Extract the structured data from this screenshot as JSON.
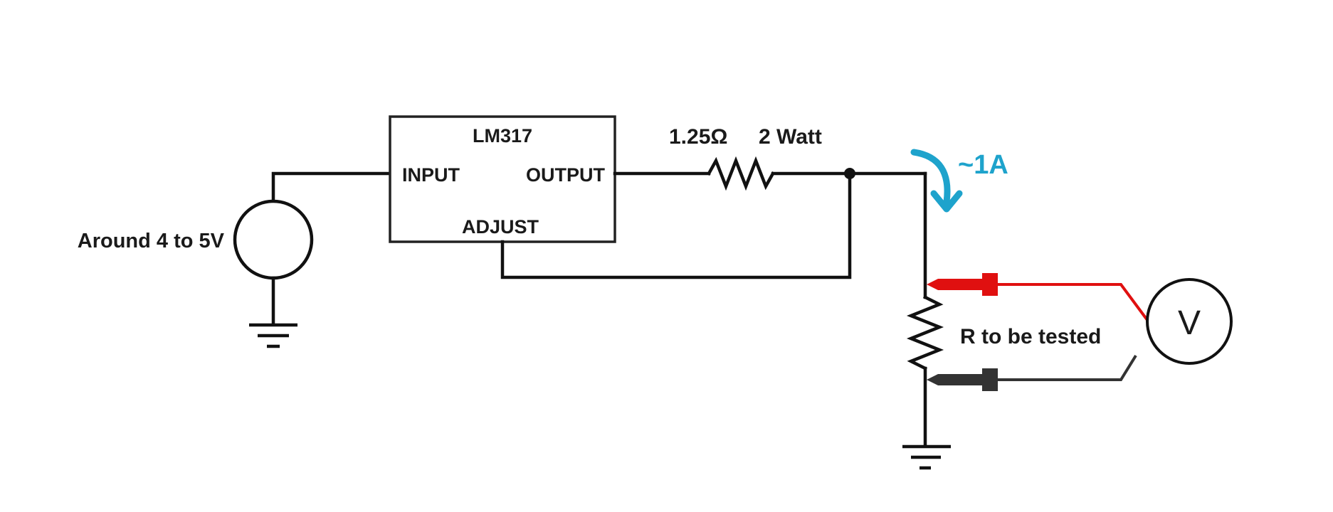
{
  "source": {
    "label": "Around 4 to 5V"
  },
  "regulator": {
    "name": "LM317",
    "input_label": "INPUT",
    "output_label": "OUTPUT",
    "adjust_label": "ADJUST"
  },
  "sense_resistor": {
    "value_label": "1.25Ω",
    "power_label": "2 Watt"
  },
  "current": {
    "label": "~1A",
    "color": "#1ea3cc"
  },
  "test_resistor": {
    "label": "R to be tested"
  },
  "voltmeter": {
    "symbol": "V"
  },
  "probes": {
    "positive_color": "#e01010",
    "negative_color": "#333333"
  }
}
